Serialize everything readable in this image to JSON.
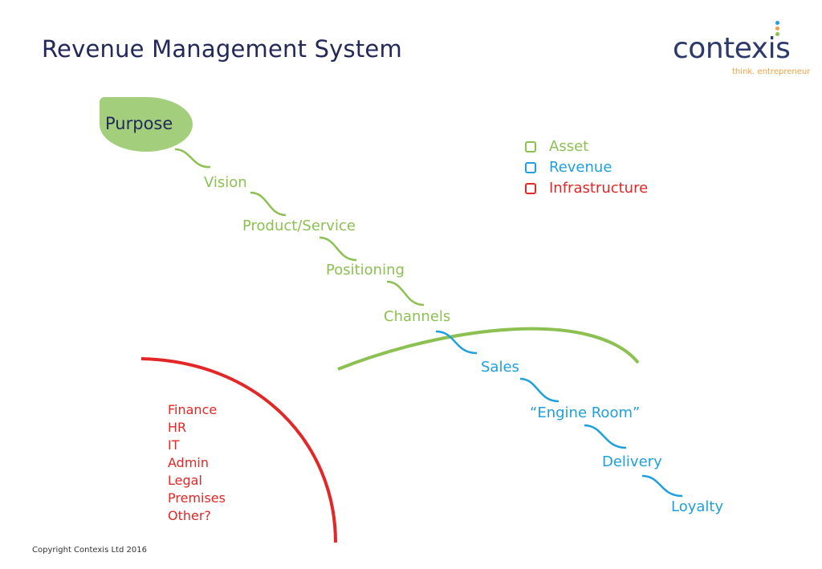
{
  "title": "Revenue Management System",
  "logo": {
    "word": "contexis",
    "tagline": "think. entrepreneur"
  },
  "colors": {
    "asset": "#8cc152",
    "revenue": "#1ea0dc",
    "infrastructure": "#e32626",
    "title": "#22295a",
    "purpose_fill": "#a3cf7c"
  },
  "legend": [
    {
      "label": "Asset",
      "color": "#8cc152"
    },
    {
      "label": "Revenue",
      "color": "#1ea0dc"
    },
    {
      "label": "Infrastructure",
      "color": "#e32626"
    }
  ],
  "flow": {
    "purpose": "Purpose",
    "asset_steps": [
      "Vision",
      "Product/Service",
      "Positioning",
      "Channels"
    ],
    "revenue_steps": [
      "Sales",
      "“Engine Room”",
      "Delivery",
      "Loyalty"
    ]
  },
  "infrastructure_items": [
    "Finance",
    "HR",
    "IT",
    "Admin",
    "Legal",
    "Premises",
    "Other?"
  ],
  "copyright": "Copyright Contexis Ltd 2016"
}
